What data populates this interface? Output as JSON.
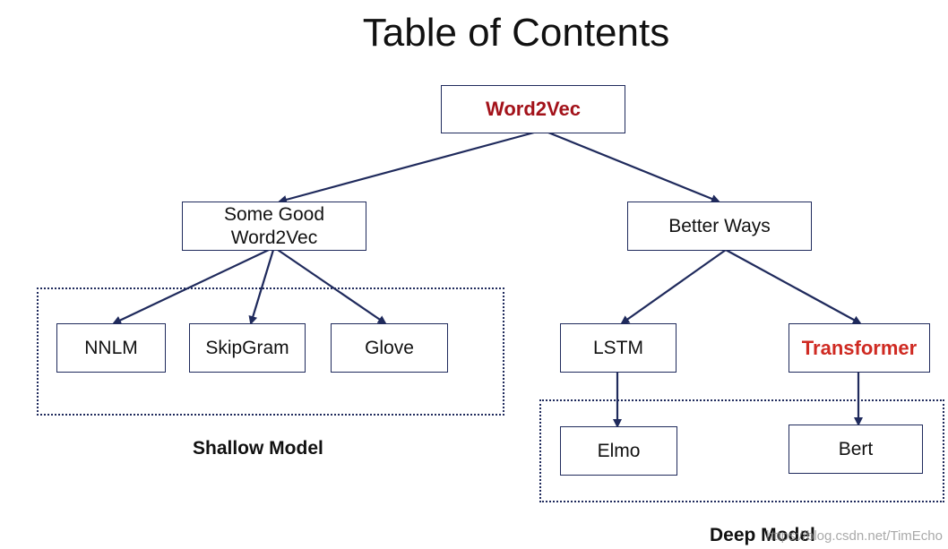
{
  "title": "Table of Contents",
  "colors": {
    "node_border": "#1f2a5c",
    "edge": "#1f2a5c",
    "root_text": "#a3121a",
    "transformer_text": "#cf2a22",
    "text": "#111111"
  },
  "nodes": {
    "root": "Word2Vec",
    "some_good": "Some Good\nWord2Vec",
    "better_ways": "Better Ways",
    "nnlm": "NNLM",
    "skipgram": "SkipGram",
    "glove": "Glove",
    "lstm": "LSTM",
    "transformer": "Transformer",
    "elmo": "Elmo",
    "bert": "Bert"
  },
  "groups": {
    "shallow_label": "Shallow Model",
    "deep_label": "Deep Model"
  },
  "edges": [
    {
      "from": "root",
      "to": "some_good"
    },
    {
      "from": "root",
      "to": "better_ways"
    },
    {
      "from": "some_good",
      "to": "nnlm"
    },
    {
      "from": "some_good",
      "to": "skipgram"
    },
    {
      "from": "some_good",
      "to": "glove"
    },
    {
      "from": "better_ways",
      "to": "lstm"
    },
    {
      "from": "better_ways",
      "to": "transformer"
    },
    {
      "from": "lstm",
      "to": "elmo"
    },
    {
      "from": "transformer",
      "to": "bert"
    }
  ],
  "watermark": "https://blog.csdn.net/TimEcho"
}
